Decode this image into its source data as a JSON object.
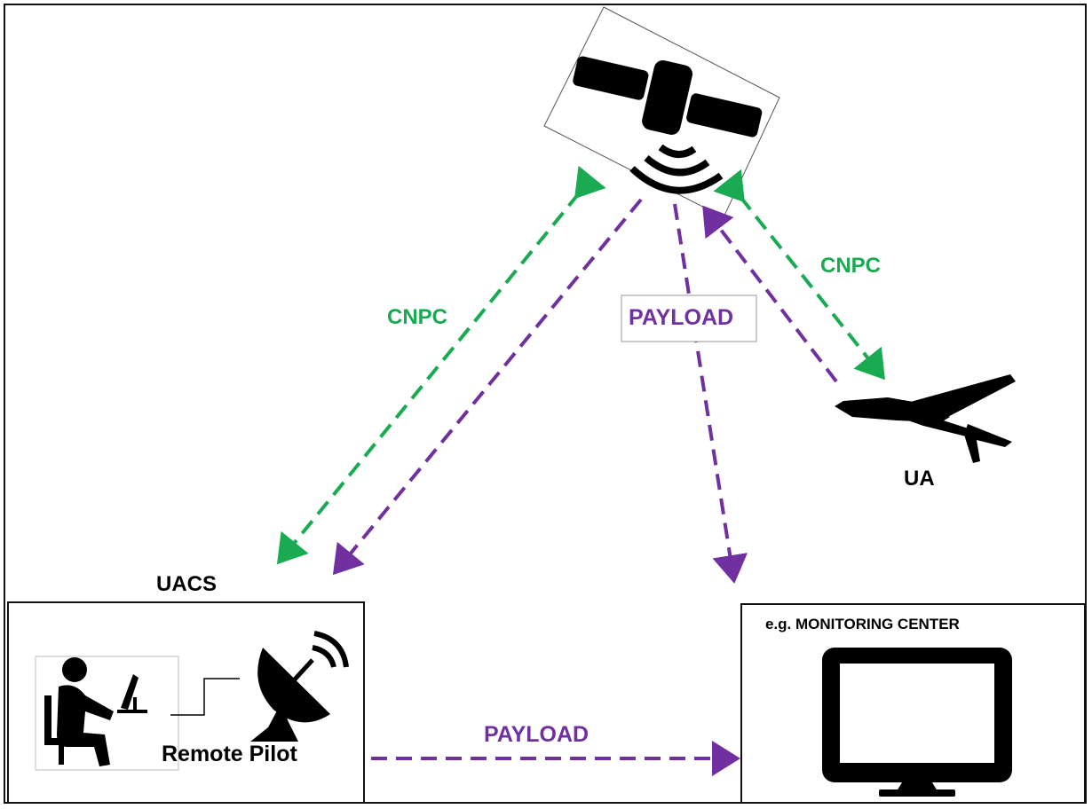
{
  "labels": {
    "cnpc_left": "CNPC",
    "cnpc_right": "CNPC",
    "payload_center": "PAYLOAD",
    "payload_bottom": "PAYLOAD",
    "ua": "UA",
    "uacs": "UACS",
    "remote_pilot": "Remote Pilot",
    "monitoring_center": "e.g. MONITORING CENTER"
  },
  "colors": {
    "cnpc_link": "#1aab52",
    "payload_link": "#7030a0",
    "border": "#111111",
    "icon": "#000000"
  },
  "icons": {
    "satellite": "satellite-icon",
    "drone": "drone-icon",
    "pilot": "seated-person-computer-icon",
    "dish": "satellite-dish-icon",
    "monitor": "monitor-icon"
  }
}
